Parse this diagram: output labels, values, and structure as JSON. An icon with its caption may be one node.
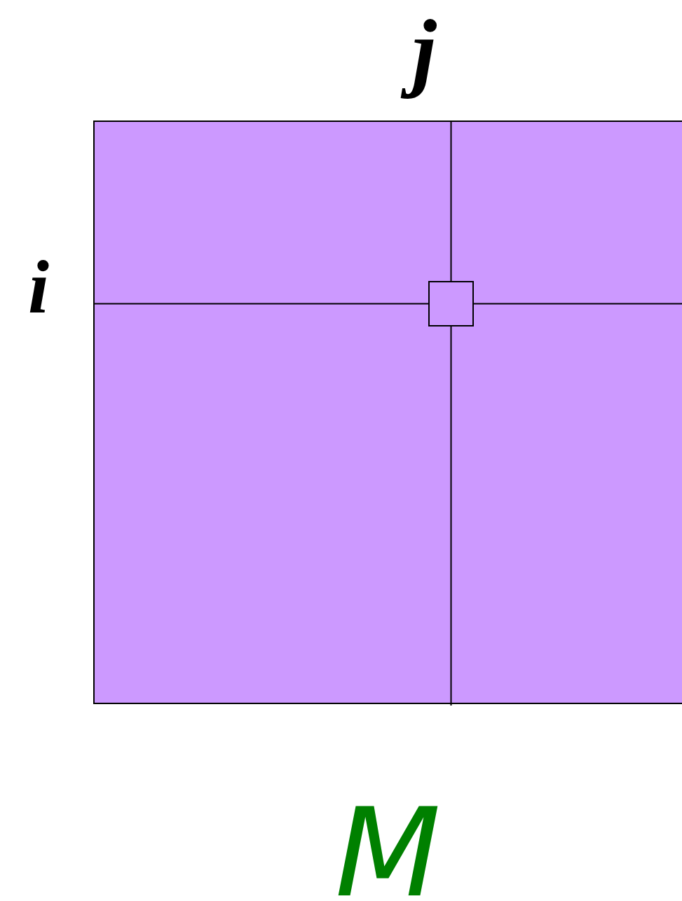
{
  "diagram": {
    "nodes": [
      {
        "text": [],
        "shape": "box"
      },
      {
        "text": [],
        "shape": "box",
        "in": 0
      }
    ],
    "labels": [
      "j",
      "i",
      "M"
    ]
  }
}
